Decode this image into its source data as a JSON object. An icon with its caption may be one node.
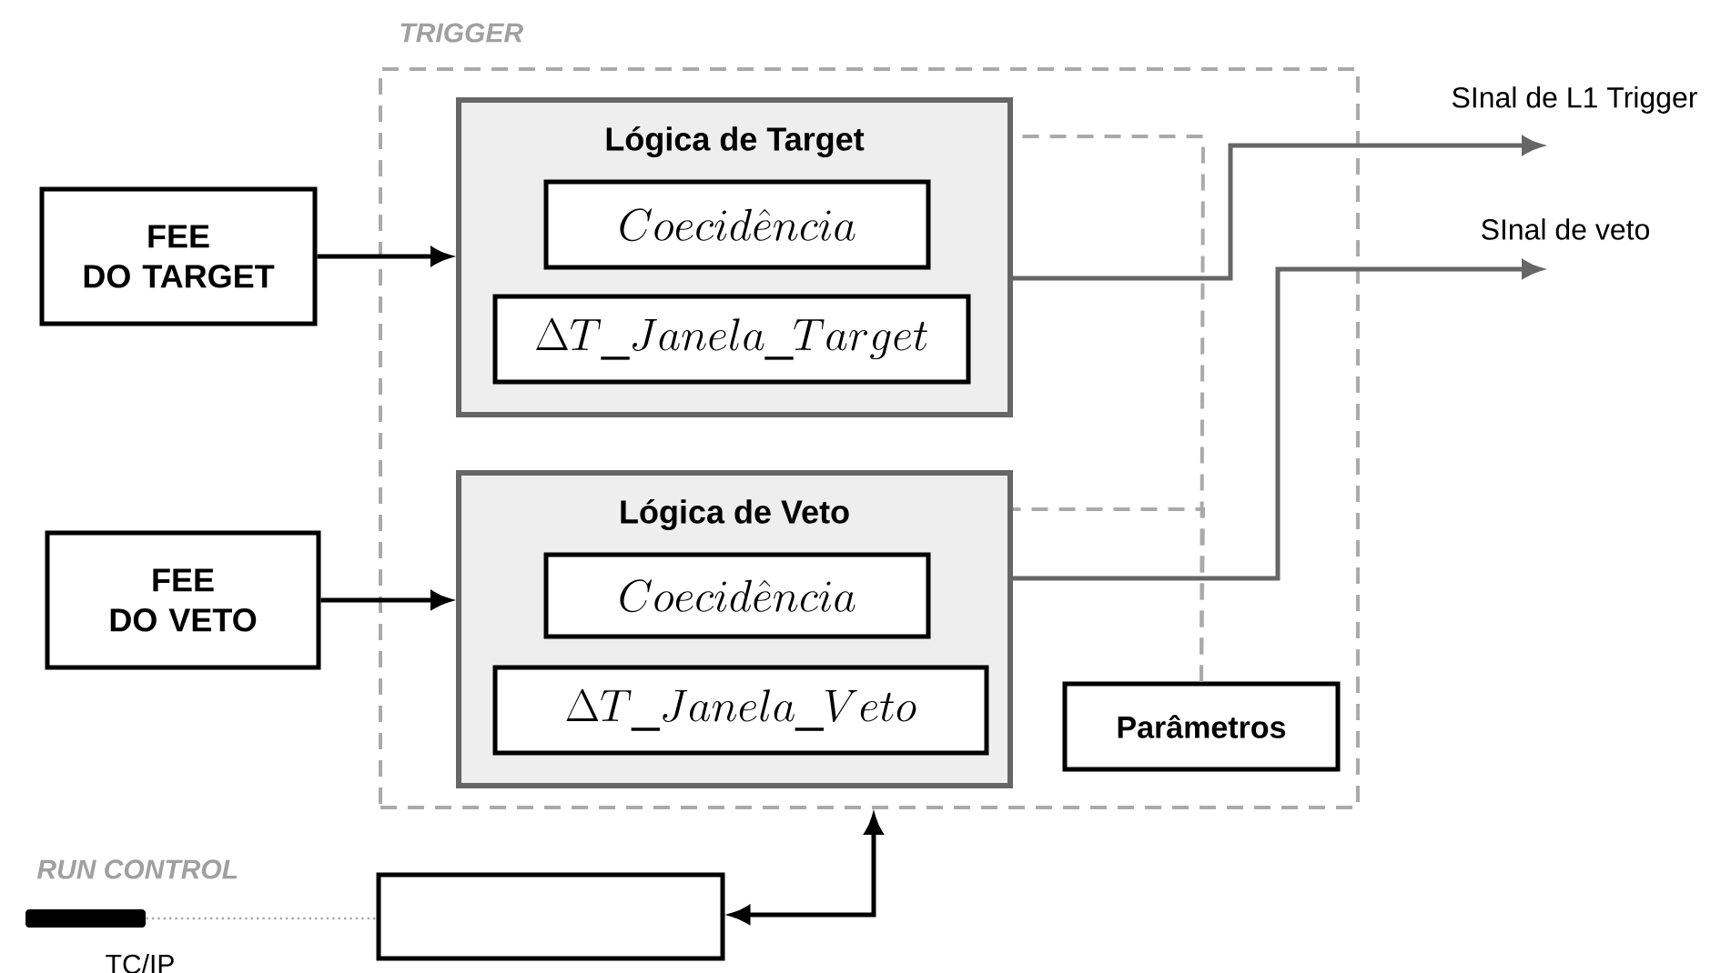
{
  "diagram": {
    "nodes": [
      {
        "text": [
          "TRIGGER"
        ]
      },
      {
        "text": [
          "Lógica de Target"
        ],
        "in": 0
      },
      {
        "text": [
          "Coecid\\hat{e}ncia"
        ],
        "in": 1
      },
      {
        "text": [
          "\\Delta T\\_Janela\\_Target"
        ],
        "in": 1
      },
      {
        "text": [
          "Lógica de Veto"
        ],
        "in": 0
      },
      {
        "text": [
          "Coecid\\hat{e}ncia"
        ],
        "in": 4
      },
      {
        "text": [
          "\\Delta T\\_Janela\\_Veto"
        ],
        "in": 4
      },
      {
        "text": [
          "Parâmetros"
        ],
        "in": 0
      },
      {
        "text": [
          "FEE DO TARGET"
        ]
      },
      {
        "text": [
          "FEE DO VETO"
        ]
      },
      {
        "text": [],
        "shape": "box"
      },
      {
        "text": [],
        "shape": "bar",
        "beside": [
          "RUN CONTROL",
          "TC/IP"
        ]
      }
    ],
    "edges": [
      {
        "from": 8,
        "to": 1,
        "arrow": "to"
      },
      {
        "from": 9,
        "to": 4,
        "arrow": "to"
      },
      {
        "from": 1,
        "to": null,
        "arrow": "to",
        "label": "SInal de L1 Trigger",
        "color": "#666666"
      },
      {
        "from": 4,
        "to": null,
        "arrow": "to",
        "label": "SInal de veto",
        "color": "#666666"
      },
      {
        "from": 7,
        "to": 1,
        "arrow": "none",
        "style": "dashed",
        "color": "#aaaaaa"
      },
      {
        "from": 7,
        "to": 4,
        "arrow": "none",
        "style": "dashed",
        "color": "#aaaaaa"
      },
      {
        "from": 10,
        "to": 0,
        "arrow": "both"
      },
      {
        "from": 11,
        "to": 10,
        "arrow": "none",
        "style": "dashed",
        "color": "#aaaaaa"
      }
    ]
  }
}
